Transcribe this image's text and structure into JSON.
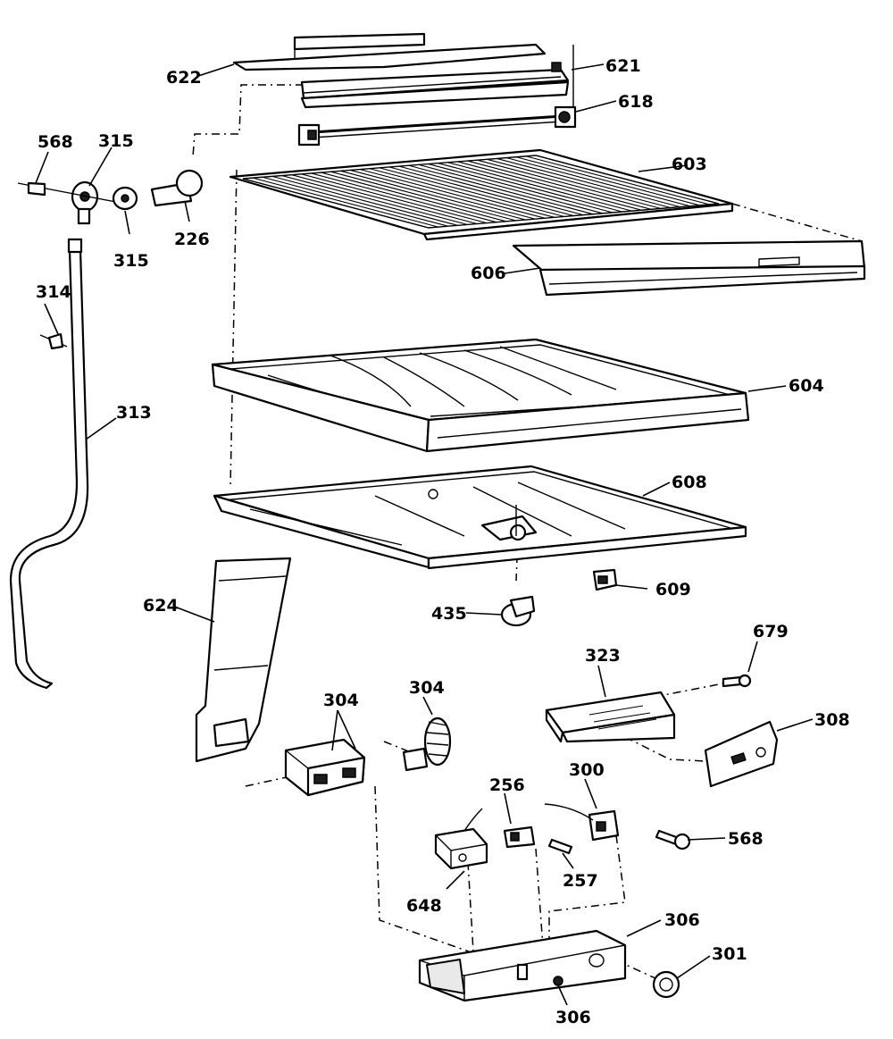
{
  "callouts": [
    {
      "id": "c622",
      "text": "622"
    },
    {
      "id": "c621",
      "text": "621"
    },
    {
      "id": "c618",
      "text": "618"
    },
    {
      "id": "c568a",
      "text": "568"
    },
    {
      "id": "c315a",
      "text": "315"
    },
    {
      "id": "c315b",
      "text": "315"
    },
    {
      "id": "c226",
      "text": "226"
    },
    {
      "id": "c603",
      "text": "603"
    },
    {
      "id": "c606",
      "text": "606"
    },
    {
      "id": "c314",
      "text": "314"
    },
    {
      "id": "c313",
      "text": "313"
    },
    {
      "id": "c604",
      "text": "604"
    },
    {
      "id": "c608",
      "text": "608"
    },
    {
      "id": "c609",
      "text": "609"
    },
    {
      "id": "c435",
      "text": "435"
    },
    {
      "id": "c624",
      "text": "624"
    },
    {
      "id": "c679",
      "text": "679"
    },
    {
      "id": "c323",
      "text": "323"
    },
    {
      "id": "c304a",
      "text": "304"
    },
    {
      "id": "c304b",
      "text": "304"
    },
    {
      "id": "c308",
      "text": "308"
    },
    {
      "id": "c300",
      "text": "300"
    },
    {
      "id": "c256",
      "text": "256"
    },
    {
      "id": "c568b",
      "text": "568"
    },
    {
      "id": "c257",
      "text": "257"
    },
    {
      "id": "c648",
      "text": "648"
    },
    {
      "id": "c306a",
      "text": "306"
    },
    {
      "id": "c301",
      "text": "301"
    },
    {
      "id": "c306b",
      "text": "306"
    }
  ]
}
